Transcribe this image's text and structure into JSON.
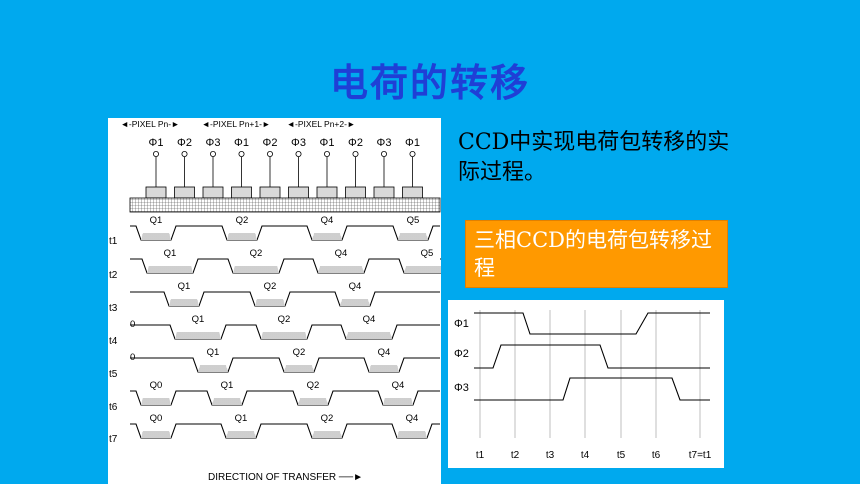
{
  "slide": {
    "title": "电荷的转移",
    "background_color": "#00a9ee",
    "title_color": "#1f3fd6"
  },
  "body_text": "CCD中实现电荷包转移的实际过程。",
  "callout": {
    "text": "三相CCD的电荷包转移过程",
    "color": "#ff9900"
  },
  "ccd_diagram": {
    "pixel_labels": [
      "PIXEL Pn",
      "PIXEL Pn+1",
      "PIXEL Pn+2"
    ],
    "phase_labels": [
      "Φ1",
      "Φ2",
      "Φ3",
      "Φ1",
      "Φ2",
      "Φ3",
      "Φ1",
      "Φ2",
      "Φ3",
      "Φ1"
    ],
    "time_labels": [
      "t1",
      "t2",
      "t3",
      "t4",
      "t5",
      "t6",
      "t7"
    ],
    "rows": [
      {
        "charges": [
          "Q1",
          "Q2",
          "Q4",
          "Q5"
        ],
        "extra": ""
      },
      {
        "charges": [
          "Q1",
          "Q2",
          "Q4",
          "Q5"
        ],
        "extra": ""
      },
      {
        "charges": [
          "Q1",
          "Q2",
          "Q4"
        ],
        "extra": ""
      },
      {
        "charges": [
          "Q1",
          "Q2",
          "Q4"
        ],
        "extra": "0"
      },
      {
        "charges": [
          "Q1",
          "Q2",
          "Q4"
        ],
        "extra": "0"
      },
      {
        "charges": [
          "Q0",
          "Q1",
          "Q2",
          "Q4"
        ],
        "extra": ""
      },
      {
        "charges": [
          "Q0",
          "Q1",
          "Q2",
          "Q4"
        ],
        "extra": ""
      }
    ],
    "direction_label": "DIRECTION OF TRANSFER"
  },
  "timing_diagram": {
    "phase_labels": [
      "Φ1",
      "Φ2",
      "Φ3"
    ],
    "time_labels": [
      "t1",
      "t2",
      "t3",
      "t4",
      "t5",
      "t6",
      "t7=t1"
    ]
  }
}
